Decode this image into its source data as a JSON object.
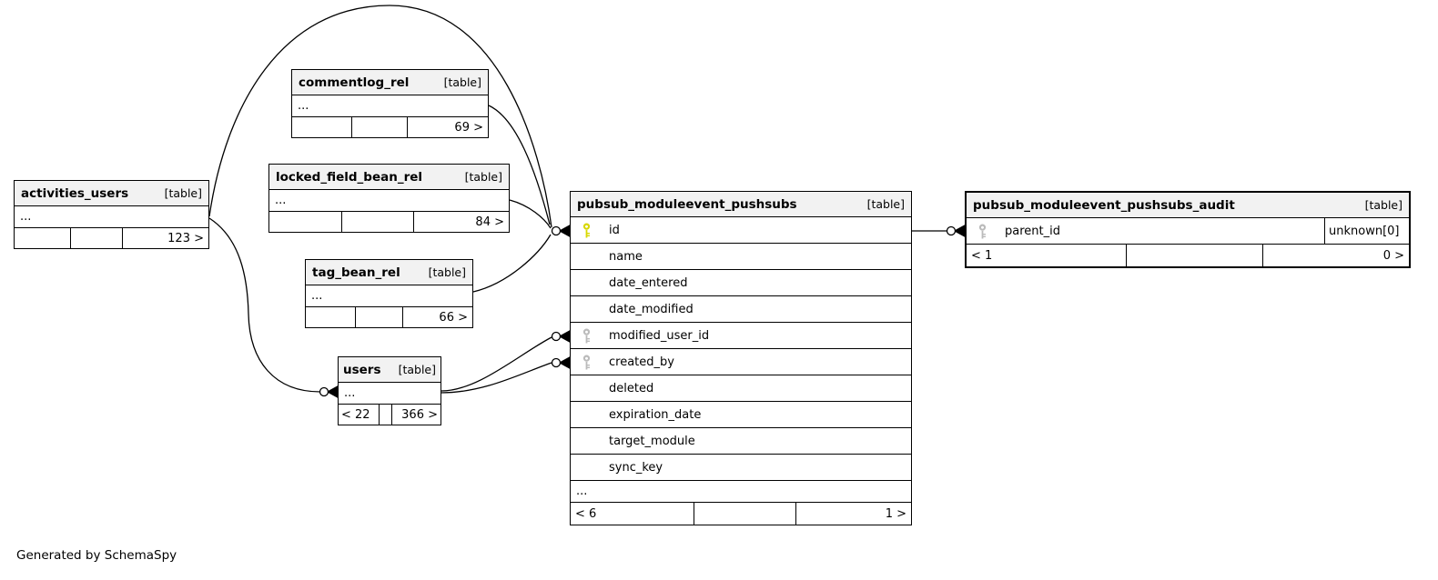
{
  "colors": {
    "line": "#000000",
    "primary_key": "#d8d800",
    "foreign_key": "#bbbbbb",
    "header_bg": "#f2f2f2"
  },
  "footer_note": "Generated by SchemaSpy",
  "tables": {
    "activities_users": {
      "name": "activities_users",
      "type_label": "[table]",
      "ellipsis": "...",
      "footer_cells": [
        "",
        "",
        "123 >"
      ]
    },
    "commentlog_rel": {
      "name": "commentlog_rel",
      "type_label": "[table]",
      "ellipsis": "...",
      "footer_cells": [
        "",
        "",
        "69 >"
      ]
    },
    "locked_field_bean_rel": {
      "name": "locked_field_bean_rel",
      "type_label": "[table]",
      "ellipsis": "...",
      "footer_cells": [
        "",
        "",
        "84 >"
      ]
    },
    "tag_bean_rel": {
      "name": "tag_bean_rel",
      "type_label": "[table]",
      "ellipsis": "...",
      "footer_cells": [
        "",
        "",
        "66 >"
      ]
    },
    "users": {
      "name": "users",
      "type_label": "[table]",
      "ellipsis": "...",
      "footer_cells": [
        "< 22",
        "",
        "366 >"
      ]
    },
    "pubsub_moduleevent_pushsubs": {
      "name": "pubsub_moduleevent_pushsubs",
      "type_label": "[table]",
      "fields": [
        {
          "name": "id",
          "key": "primary"
        },
        {
          "name": "name",
          "key": ""
        },
        {
          "name": "date_entered",
          "key": ""
        },
        {
          "name": "date_modified",
          "key": ""
        },
        {
          "name": "modified_user_id",
          "key": "foreign"
        },
        {
          "name": "created_by",
          "key": "foreign"
        },
        {
          "name": "deleted",
          "key": ""
        },
        {
          "name": "expiration_date",
          "key": ""
        },
        {
          "name": "target_module",
          "key": ""
        },
        {
          "name": "sync_key",
          "key": ""
        }
      ],
      "ellipsis": "...",
      "footer_cells": [
        "< 6",
        "",
        "1 >"
      ]
    },
    "pubsub_moduleevent_pushsubs_audit": {
      "name": "pubsub_moduleevent_pushsubs_audit",
      "type_label": "[table]",
      "fields": [
        {
          "name": "parent_id",
          "key": "foreign",
          "type": "unknown[0]"
        }
      ],
      "footer_cells": [
        "< 1",
        "",
        "0 >"
      ]
    }
  }
}
